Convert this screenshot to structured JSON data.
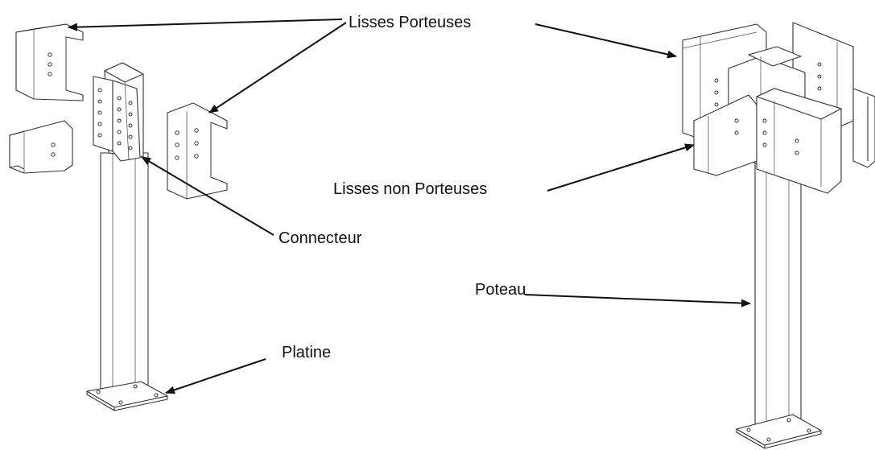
{
  "labels": {
    "lisses_porteuses": "Lisses Porteuses",
    "lisses_non_porteuses": "Lisses non Porteuses",
    "connecteur": "Connecteur",
    "poteau": "Poteau",
    "platine": "Platine"
  },
  "colors": {
    "line": "#333333",
    "text": "#111111",
    "background": "#ffffff"
  }
}
